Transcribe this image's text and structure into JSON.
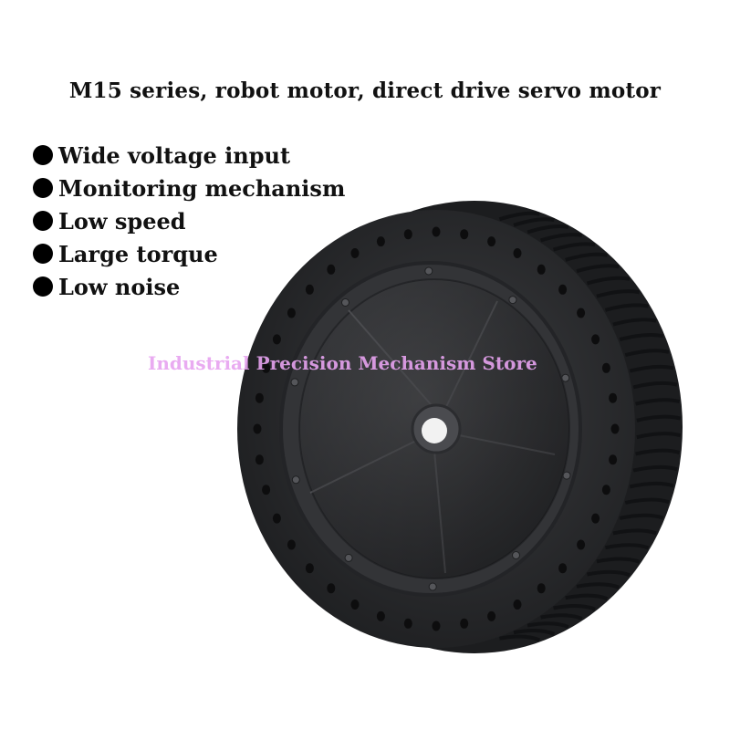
{
  "title": "M15 series, robot motor, direct drive servo motor",
  "features": [
    "Wide voltage input",
    "Monitoring mechanism",
    "Low speed",
    "Large torque",
    "Low noise"
  ],
  "watermark": "Industrial Precision Mechanism Store",
  "colors": {
    "tire": "#2a2b2e",
    "hub": "#3a3b3e",
    "watermark": "#e7a3f0"
  },
  "image": {
    "subject": "wheel-hub-motor"
  }
}
